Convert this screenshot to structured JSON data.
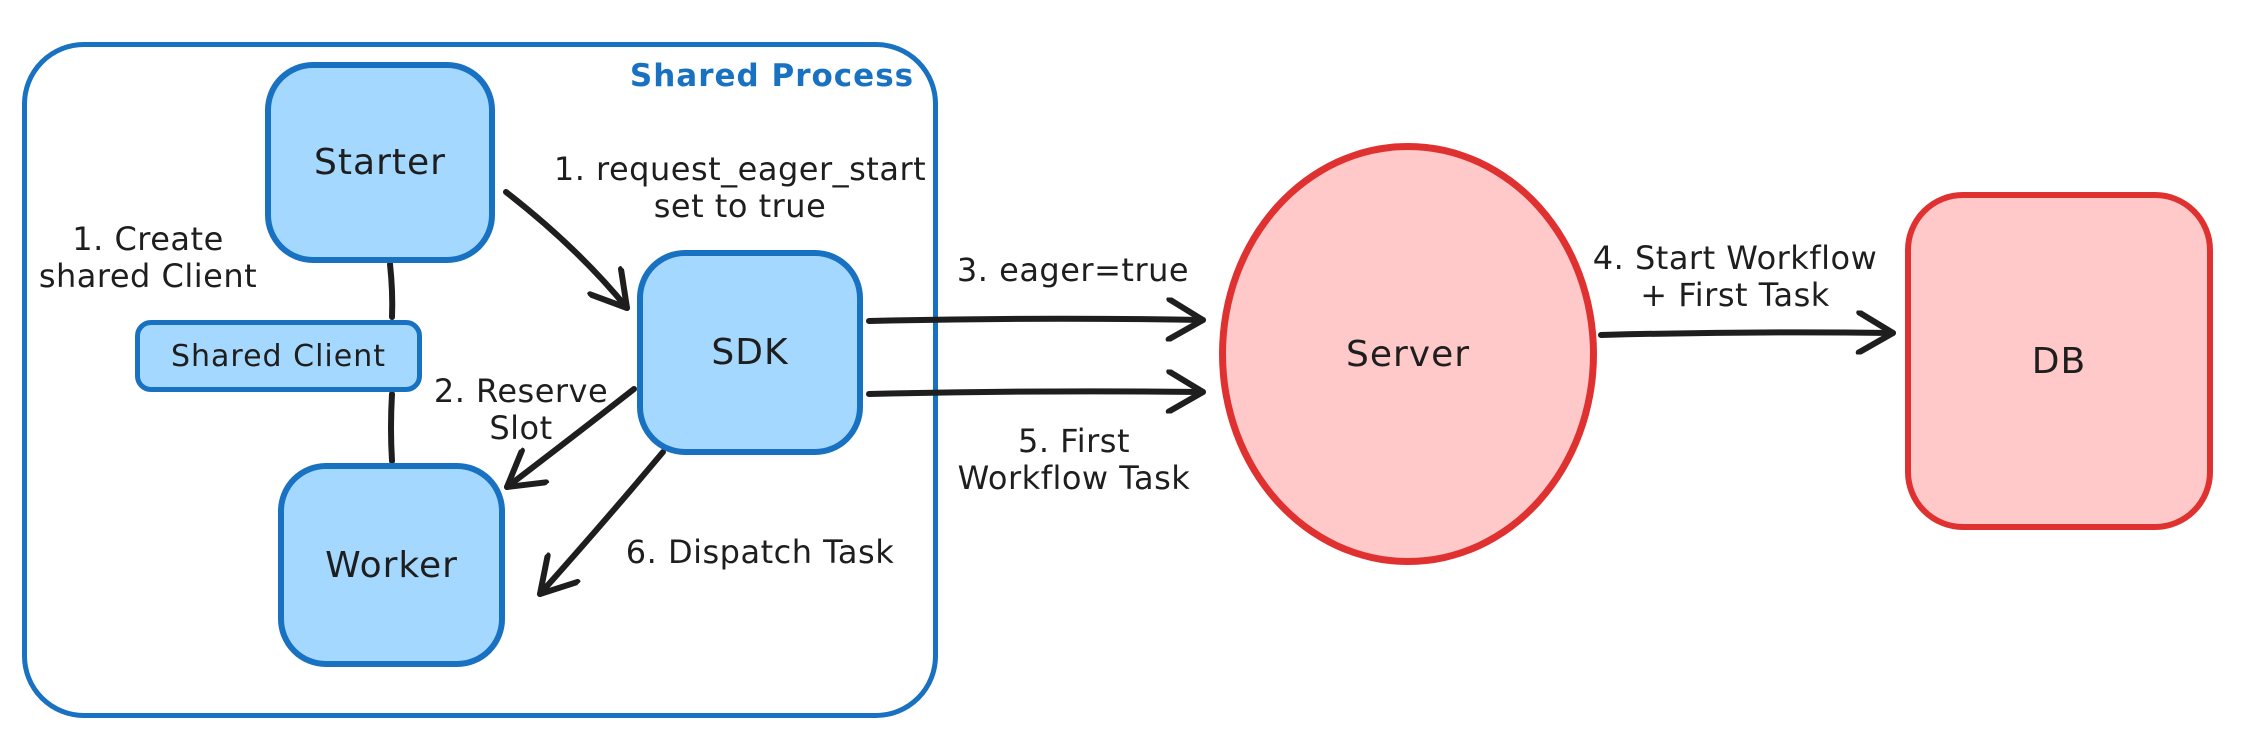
{
  "container": {
    "label": "Shared Process"
  },
  "nodes": {
    "starter": {
      "label": "Starter"
    },
    "shared_client": {
      "label": "Shared Client"
    },
    "worker": {
      "label": "Worker"
    },
    "sdk": {
      "label": "SDK"
    },
    "server": {
      "label": "Server"
    },
    "db": {
      "label": "DB"
    }
  },
  "annotations": {
    "create_client": {
      "line1": "1. Create",
      "line2": "shared Client"
    },
    "request_eager_start": {
      "line1": "1. request_eager_start",
      "line2": "set to true"
    },
    "reserve_slot": {
      "line1": "2. Reserve",
      "line2": "Slot"
    },
    "eager_true": {
      "label": "3. eager=true"
    },
    "start_workflow": {
      "line1": "4. Start Workflow",
      "line2": "+ First Task"
    },
    "first_workflow_task": {
      "line1": "5. First",
      "line2": "Workflow Task"
    },
    "dispatch_task": {
      "label": "6. Dispatch Task"
    }
  },
  "colors": {
    "blue_stroke": "#1971c2",
    "blue_fill": "#a5d8ff",
    "red_stroke": "#e03131",
    "red_fill": "#ffc9c9",
    "ink": "#1e1e1e"
  }
}
